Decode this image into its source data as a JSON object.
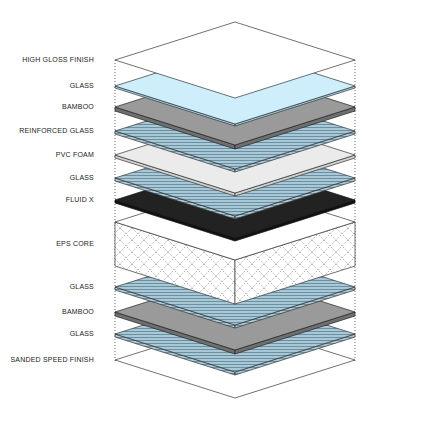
{
  "diagram": {
    "labels": [
      "HIGH GLOSS FINISH",
      "GLASS",
      "BAMBOO",
      "REINFORCED GLASS",
      "PVC FOAM",
      "GLASS",
      "FLUID X",
      "EPS CORE",
      "GLASS",
      "BAMBOO",
      "GLASS",
      "SANDED SPEED FINISH"
    ]
  }
}
